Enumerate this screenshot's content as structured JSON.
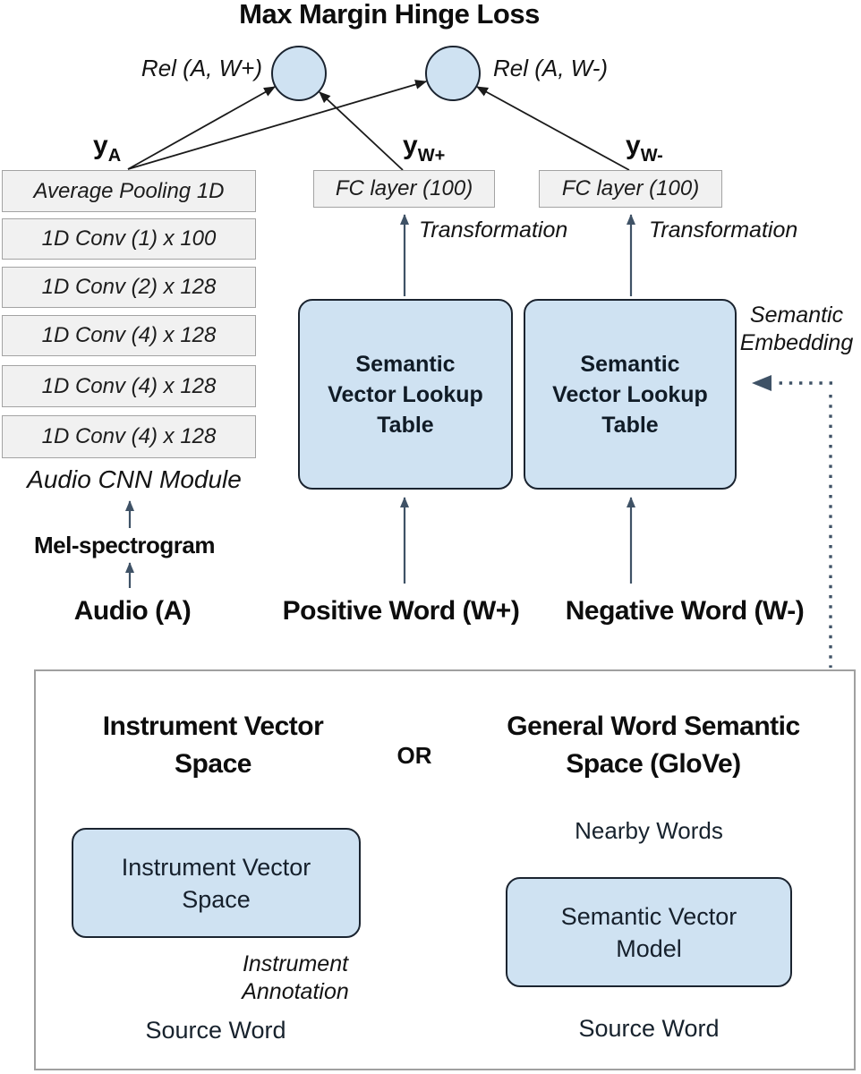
{
  "colors": {
    "light_blue": "#cfe2f2",
    "box_gray": "#f1f1f1",
    "arrow_slate": "#3f5266",
    "line_black": "#1a1a1a"
  },
  "title": "Max Margin Hinge Loss",
  "loss": {
    "rel_left": "Rel (A, W+)",
    "rel_right": "Rel (A, W-)"
  },
  "embeddings": {
    "audio_base": "y",
    "audio_sub": "A",
    "positive_base": "y",
    "positive_sub": "W+",
    "negative_base": "y",
    "negative_sub": "W-"
  },
  "audio_cnn": {
    "layers": [
      "Average Pooling 1D",
      "1D Conv (1) x 100",
      "1D Conv (2) x 128",
      "1D Conv (4) x 128",
      "1D Conv (4) x 128",
      "1D Conv (4) x 128"
    ],
    "module_label": "Audio CNN Module",
    "spectrogram_label": "Mel-spectrogram"
  },
  "transform": {
    "fc_left": "FC layer (100)",
    "fc_right": "FC layer (100)",
    "caption_left": "Transformation",
    "caption_right": "Transformation"
  },
  "lookup": {
    "left_lines": [
      "Semantic",
      "Vector Lookup",
      "Table"
    ],
    "right_lines": [
      "Semantic",
      "Vector Lookup",
      "Table"
    ],
    "embedding_caption_lines": [
      "Semantic",
      "Embedding"
    ]
  },
  "inputs": {
    "audio": "Audio (A)",
    "positive": "Positive Word (W+)",
    "negative": "Negative Word (W-)"
  },
  "semantic_space": {
    "heading_left_lines": [
      "Instrument Vector",
      "Space"
    ],
    "or_label": "OR",
    "heading_right_lines": [
      "General Word Semantic",
      "Space (GloVe)"
    ],
    "instrument_box_lines": [
      "Instrument Vector",
      "Space"
    ],
    "annotation_lines": [
      "Instrument",
      "Annotation"
    ],
    "source_left": "Source Word",
    "nearby": "Nearby Words",
    "model_box_lines": [
      "Semantic Vector",
      "Model"
    ],
    "source_right": "Source Word"
  }
}
